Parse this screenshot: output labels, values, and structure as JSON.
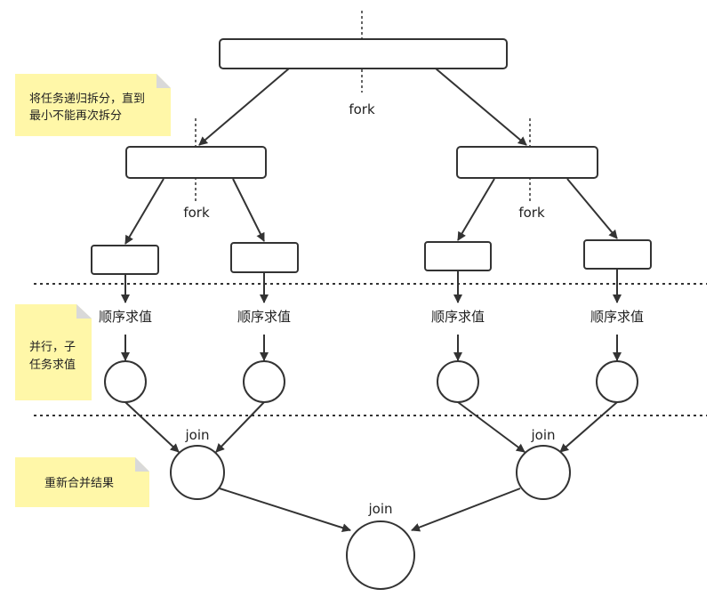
{
  "notes": {
    "split": [
      "将任务递归拆分，直到",
      "最小不能再次拆分"
    ],
    "parallel": [
      "并行，子",
      "任务求值"
    ],
    "merge": [
      "重新合并结果"
    ]
  },
  "labels": {
    "fork": "fork",
    "join": "join",
    "sequential_eval": "顺序求值"
  },
  "colors": {
    "note_background": "#fff7a8",
    "line": "#333333"
  }
}
